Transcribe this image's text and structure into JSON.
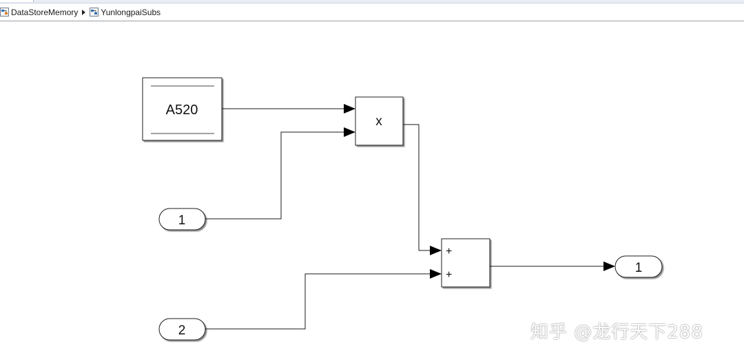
{
  "breadcrumb": {
    "items": [
      {
        "label": "DataStoreMemory",
        "icon": "model-icon"
      },
      {
        "label": "YunlongpaiSubs",
        "icon": "subsystem-icon"
      }
    ],
    "separator_icon": "triangle-right-icon"
  },
  "diagram": {
    "blocks": {
      "data_store_read": {
        "label": "A520"
      },
      "product": {
        "label": "x"
      },
      "inport_1": {
        "label": "1"
      },
      "inport_2": {
        "label": "2"
      },
      "sum": {
        "port1_sign": "+",
        "port2_sign": "+"
      },
      "outport_1": {
        "label": "1"
      }
    }
  },
  "watermark": {
    "text": "知乎 @龙行天下288"
  }
}
